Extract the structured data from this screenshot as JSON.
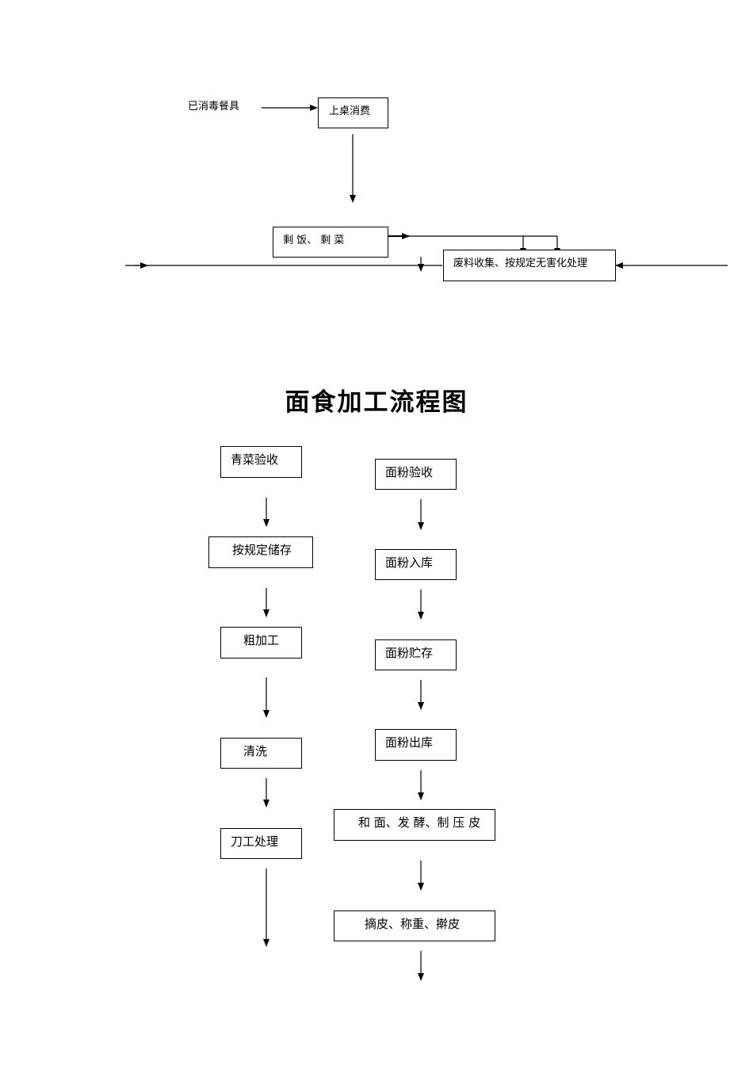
{
  "top_flow": {
    "input_label": "已消毒餐具",
    "consume": "上桌消费",
    "leftovers": "剩 饭、 剩 菜",
    "waste": "废料收集、按规定无害化处理"
  },
  "title": "面食加工流程图",
  "left_column": [
    "青菜验收",
    "按规定储存",
    "粗加工",
    "清洗",
    "刀工处理"
  ],
  "right_column": [
    "面粉验收",
    "面粉入库",
    "面粉贮存",
    "面粉出库",
    "和 面、发 酵、制 压 皮",
    "摘皮、称重、擀皮"
  ]
}
